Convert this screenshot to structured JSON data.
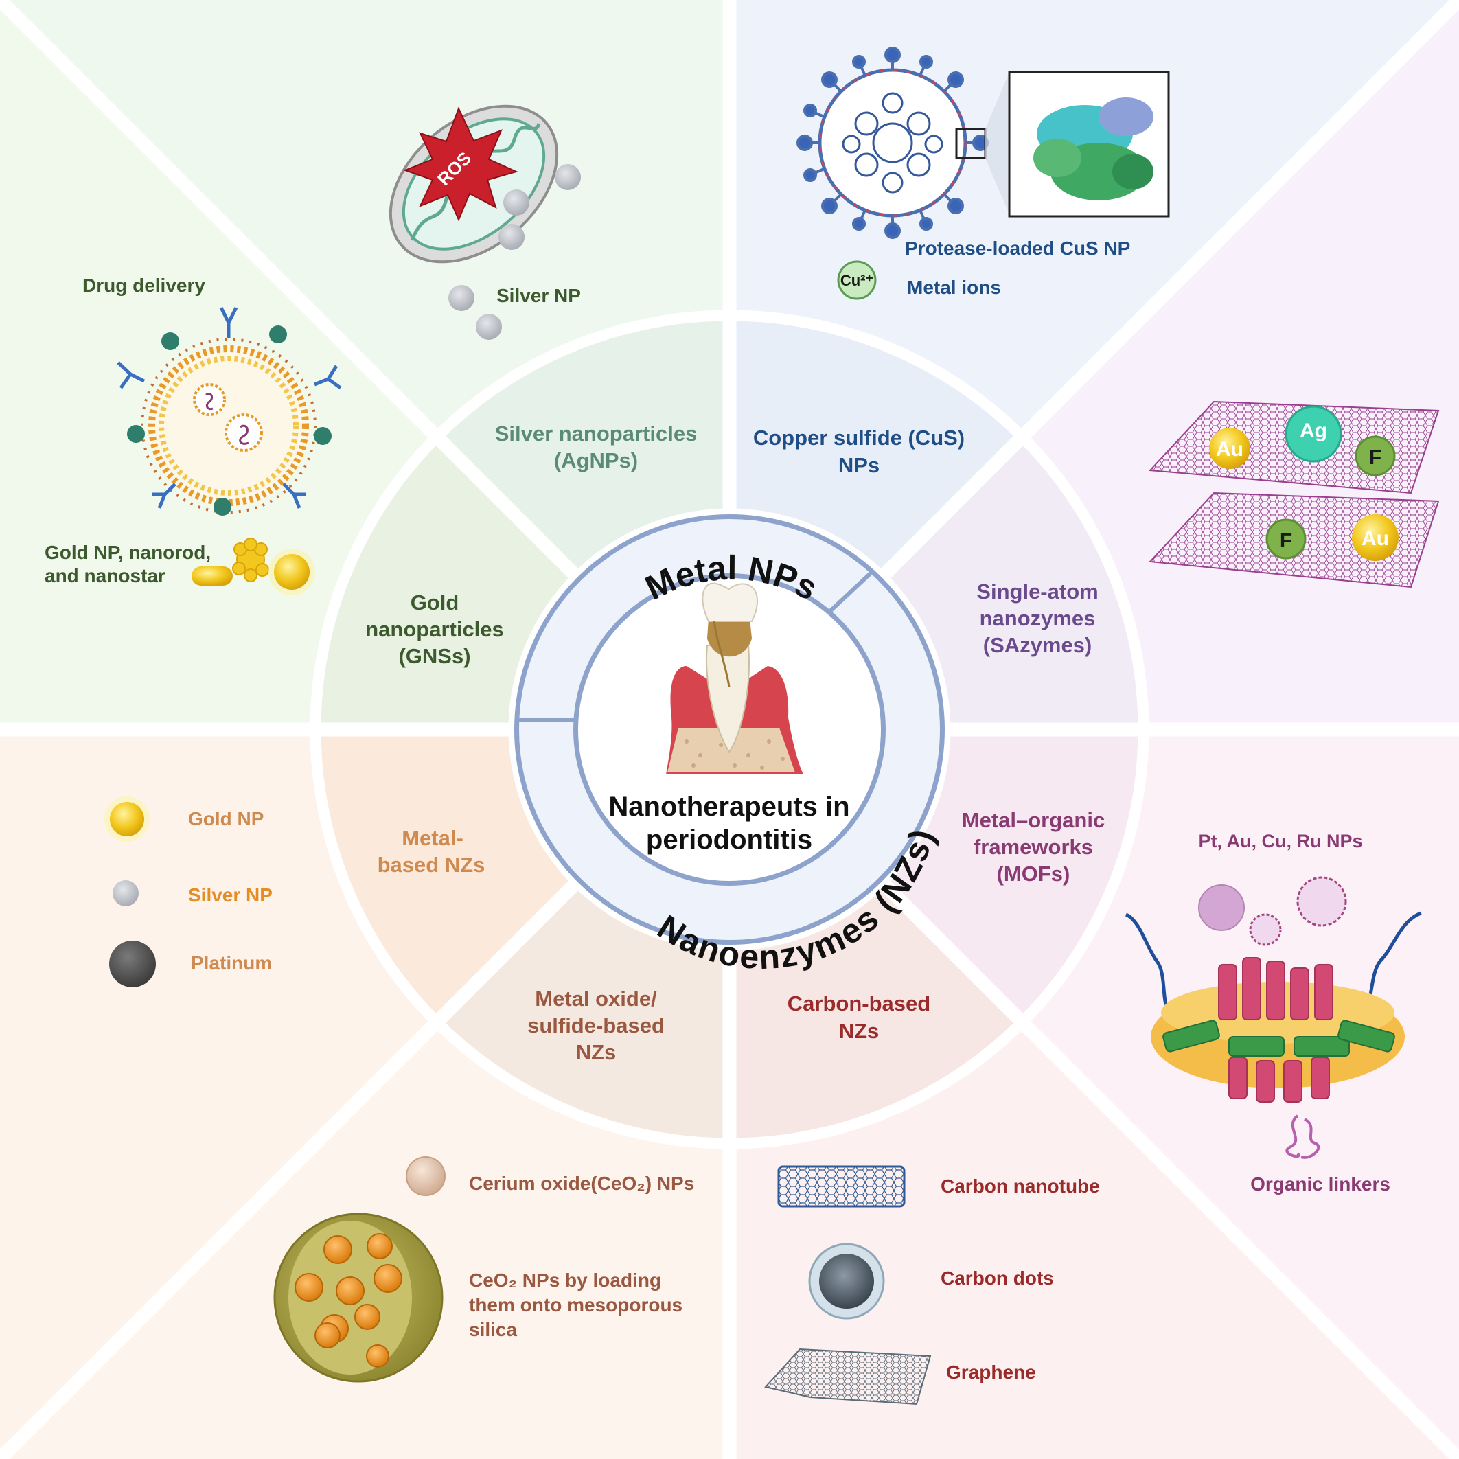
{
  "center": {
    "title_line1": "Nanotherapeuts in",
    "title_line2": "periodontitis",
    "arc_top": "Metal NPs",
    "arc_bottom": "Nanoenzymes (NZs)"
  },
  "segments": {
    "agnps": {
      "line1": "Silver nanoparticles",
      "line2": "(AgNPs)"
    },
    "cus": {
      "line1": "Copper sulfide (CuS)",
      "line2": "NPs"
    },
    "gns": {
      "line1": "Gold",
      "line2": "nanoparticles",
      "line3": "(GNSs)"
    },
    "sazymes": {
      "line1": "Single-atom",
      "line2": "nanozymes",
      "line3": "(SAzymes)"
    },
    "metal_nzs": {
      "line1": "Metal-",
      "line2": "based NZs"
    },
    "mofs": {
      "line1": "Metal–organic",
      "line2": "frameworks",
      "line3": "(MOFs)"
    },
    "oxide_nzs": {
      "line1": "Metal oxide/",
      "line2": "sulfide-based",
      "line3": "NZs"
    },
    "carbon_nzs": {
      "line1": "Carbon-based",
      "line2": "NZs"
    }
  },
  "outer": {
    "silver_np": "Silver NP",
    "ros": "ROS",
    "protease_cus": "Protease-loaded CuS NP",
    "metal_ions": "Metal ions",
    "cu_ion": "Cu²⁺",
    "drug_delivery": "Drug delivery",
    "gold_forms_line1": "Gold NP, nanorod,",
    "gold_forms_line2": "and nanostar",
    "sa_atoms": [
      "Au",
      "Ag",
      "F",
      "F",
      "Au"
    ],
    "legend_gold": "Gold NP",
    "legend_silver": "Silver NP",
    "legend_platinum": "Platinum",
    "mof_nps": "Pt, Au, Cu, Ru NPs",
    "organic_linkers": "Organic linkers",
    "ceria_np": "Cerium oxide(CeO₂) NPs",
    "ceria_silica_line1": "CeO₂ NPs by loading",
    "ceria_silica_line2": "them onto mesoporous",
    "ceria_silica_line3": "silica",
    "carbon_nanotube": "Carbon nanotube",
    "carbon_dots": "Carbon dots",
    "graphene": "Graphene"
  },
  "colors": {
    "green_text": "#3d5a2e",
    "blue_text": "#1f4e86",
    "purple_text": "#6a4a8c",
    "orange_text": "#cf8a4f",
    "brown_text": "#9a5840",
    "red_text": "#9b2a2a",
    "magenta_text": "#8a3a72",
    "ring_stroke": "#8ea3cc"
  }
}
